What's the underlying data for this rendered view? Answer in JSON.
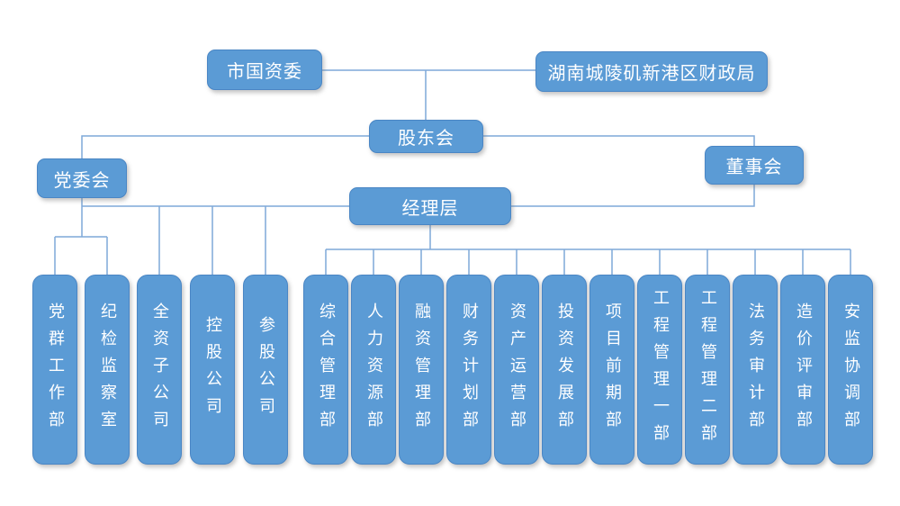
{
  "diagram": {
    "type": "org-chart",
    "colors": {
      "node_fill": "#5B9BD5",
      "node_border": "#4A86C5",
      "connector": "#7FA9D9",
      "text": "#FFFFFF",
      "background": "#FFFFFF"
    },
    "supervisors": [
      {
        "label": "市国资委"
      },
      {
        "label": "湖南城陵矶新港区财政局"
      }
    ],
    "shareholders": {
      "label": "股东会"
    },
    "party_committee": {
      "label": "党委会"
    },
    "board": {
      "label": "董事会"
    },
    "management": {
      "label": "经理层"
    },
    "party_units": [
      {
        "label": "党群工作部"
      },
      {
        "label": "纪检监察室"
      }
    ],
    "subsidiaries": [
      {
        "label": "全资子公司"
      },
      {
        "label": "控股公司"
      },
      {
        "label": "参股公司"
      }
    ],
    "departments": [
      {
        "label": "综合管理部"
      },
      {
        "label": "人力资源部"
      },
      {
        "label": "融资管理部"
      },
      {
        "label": "财务计划部"
      },
      {
        "label": "资产运营部"
      },
      {
        "label": "投资发展部"
      },
      {
        "label": "项目前期部"
      },
      {
        "label": "工程管理一部"
      },
      {
        "label": "工程管理二部"
      },
      {
        "label": "法务审计部"
      },
      {
        "label": "造价评审部"
      },
      {
        "label": "安监协调部"
      }
    ]
  }
}
